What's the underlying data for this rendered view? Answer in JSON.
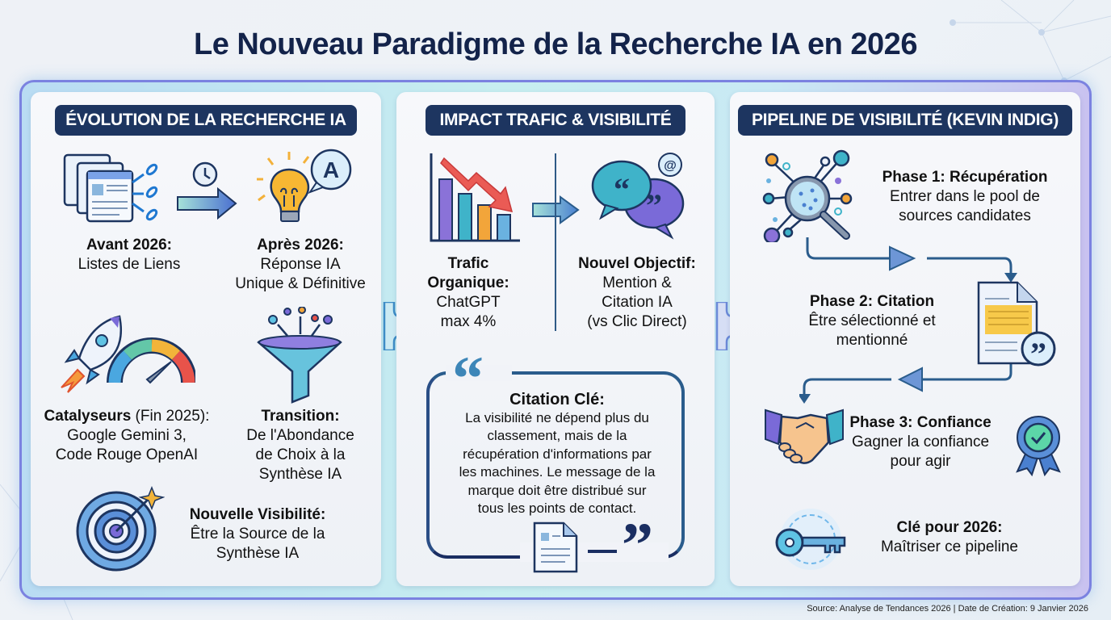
{
  "title": "Le Nouveau Paradigme de la Recherche IA en 2026",
  "colors": {
    "title": "#13234a",
    "header_bg": "#1d3560",
    "header_text": "#ffffff",
    "frame_border": "#7b82e0",
    "accent_teal": "#3fb3c9",
    "accent_purple": "#7a6ad8",
    "accent_orange": "#f2a53a",
    "accent_red": "#e8534a"
  },
  "panels": [
    {
      "header": "ÉVOLUTION DE LA RECHERCHE IA",
      "items": [
        {
          "icon": "browser-links-icon",
          "heading": "Avant 2026:",
          "text": "Listes de Liens"
        },
        {
          "icon": "clock-arrow-icon",
          "heading": "",
          "text": ""
        },
        {
          "icon": "lightbulb-answer-icon",
          "heading": "Après 2026:",
          "text_lines": [
            "Réponse IA",
            "Unique & Définitive"
          ]
        },
        {
          "icon": "rocket-gauge-icon",
          "heading": "Catalyseurs",
          "heading_suffix": " (Fin 2025):",
          "text_lines": [
            "Google Gemini 3,",
            "Code Rouge OpenAI"
          ]
        },
        {
          "icon": "funnel-icon",
          "heading": "Transition:",
          "text_lines": [
            "De l'Abondance",
            "de Choix à la",
            "Synthèse IA"
          ]
        },
        {
          "icon": "target-icon",
          "heading": "Nouvelle Visibilité:",
          "text_lines": [
            "Être la Source de la",
            "Synthèse IA"
          ]
        }
      ]
    },
    {
      "header": "IMPACT TRAFIC & VISIBILITÉ",
      "items": [
        {
          "icon": "declining-bar-chart-icon",
          "heading_lines": [
            "Trafic",
            "Organique:"
          ],
          "text_lines": [
            "ChatGPT",
            "max 4%"
          ]
        },
        {
          "icon": "quote-bubbles-icon",
          "heading": "Nouvel Objectif:",
          "text_lines": [
            "Mention &",
            "Citation IA",
            "(vs Clic Direct)"
          ]
        }
      ],
      "quote": {
        "heading": "Citation Clé:",
        "lines": [
          "La visibilité ne dépend plus du",
          "classement, mais de la",
          "récupération d'informations par",
          "les machines. Le message de la",
          "marque doit être distribué sur",
          "tous les points de contact."
        ]
      }
    },
    {
      "header": "PIPELINE DE VISIBILITÉ (KEVIN INDIG)",
      "phases": [
        {
          "icon": "magnifier-network-icon",
          "heading": "Phase 1: Récupération",
          "text_lines": [
            "Entrer dans le pool de",
            "sources candidates"
          ]
        },
        {
          "icon": "document-quote-icon",
          "heading": "Phase 2: Citation",
          "text_lines": [
            "Être sélectionné et",
            "mentionné"
          ]
        },
        {
          "icon": "handshake-icon",
          "heading": "Phase 3: Confiance",
          "text_lines": [
            "Gagner la confiance",
            "pour agir"
          ]
        },
        {
          "icon": "key-icon",
          "heading": "Clé pour 2026:",
          "text_lines": [
            "Maîtriser ce pipeline"
          ]
        }
      ]
    }
  ],
  "footer": {
    "source": "Source: Analyse de Tendances 2026 | Date de Création: 9 Janvier 2026"
  }
}
